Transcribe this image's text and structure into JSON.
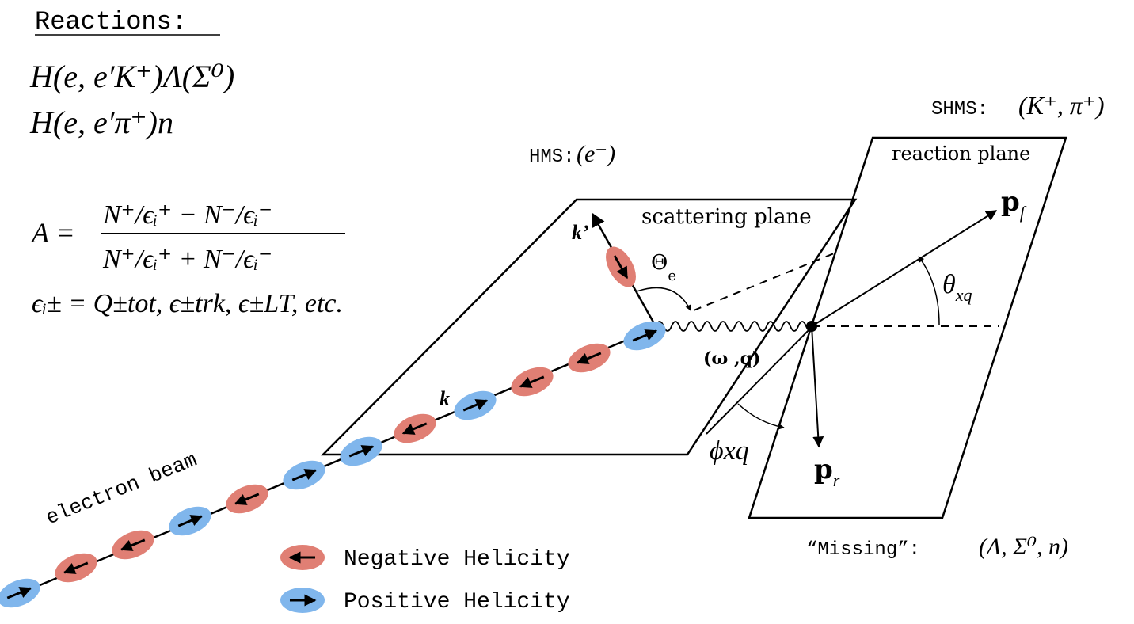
{
  "reactions": {
    "heading": "Reactions:",
    "lines": [
      "H(e, e′K⁺)Λ(Σ⁰)",
      "H(e, e′π⁺)n"
    ]
  },
  "asymmetry": {
    "lhs": "A =",
    "numerator": "N⁺/ϵᵢ⁺ − N⁻/ϵᵢ⁻",
    "denominator": "N⁺/ϵᵢ⁺ + N⁻/ϵᵢ⁻",
    "efficiency_line": "ϵᵢ± = Q±tot, ϵ±trk, ϵ±LT, etc."
  },
  "spectrometers": {
    "hms_label": "HMS:",
    "hms_value": "(e⁻)",
    "shms_label": "SHMS:",
    "shms_value": "(K⁺, π⁺)",
    "missing_label": "“Missing”:",
    "missing_value": "(Λ, Σ⁰, n)"
  },
  "diagram": {
    "scattering_plane_label": "scattering plane",
    "reaction_plane_label": "reaction plane",
    "k_prime_label": "k’",
    "theta_e_label": "Θ",
    "theta_e_sub": "e",
    "virtual_photon_label": "(ω ,q)",
    "k_label": "k",
    "pf_label": "p",
    "pf_sub": "f",
    "pr_label": "p",
    "pr_sub": "r",
    "theta_xq_label": "θ",
    "theta_xq_sub": "xq",
    "phi_xq_label": "ϕxq",
    "beam_label": "electron beam"
  },
  "legend": {
    "negative_label": "Negative Helicity",
    "positive_label": "Positive Helicity"
  },
  "colors": {
    "negative": "#e07f74",
    "positive": "#80b6ec",
    "line": "#000000"
  }
}
